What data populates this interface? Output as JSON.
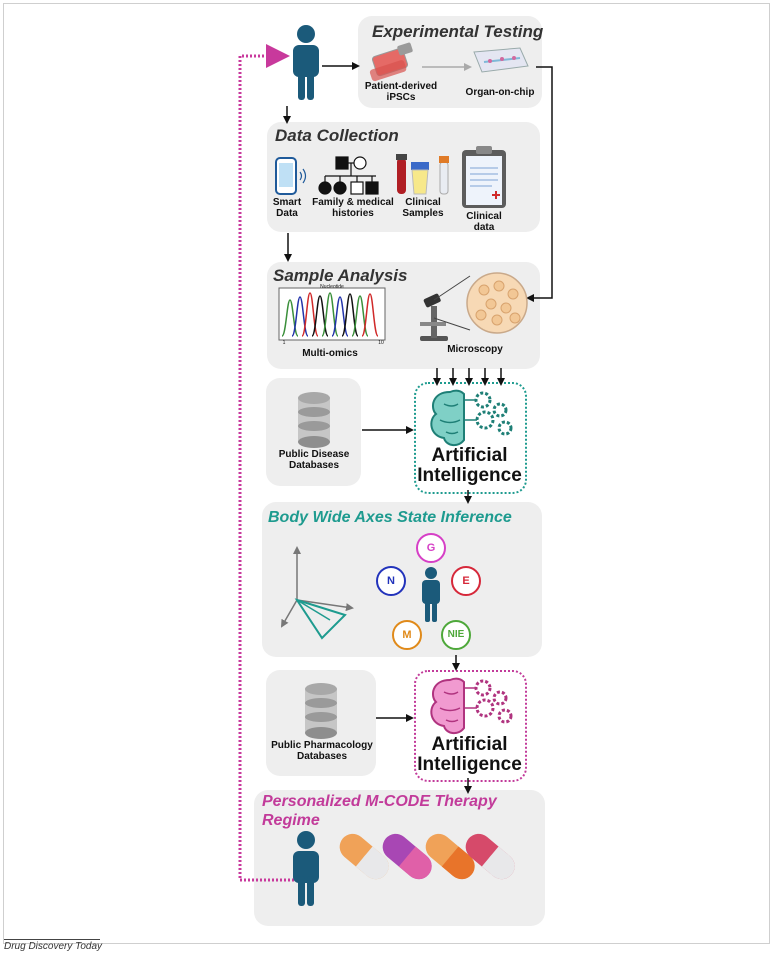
{
  "panels": {
    "experimental_testing": {
      "title": "Experimental Testing",
      "ipsc_label": "Patient-derived\niPSCs",
      "organ_label": "Organ-on-chip"
    },
    "data_collection": {
      "title": "Data Collection",
      "smart_label": "Smart\nData",
      "family_label": "Family & medical\nhistories",
      "samples_label": "Clinical\nSamples",
      "clinical_label": "Clinical\ndata"
    },
    "sample_analysis": {
      "title": "Sample Analysis",
      "omics_label": "Multi-omics",
      "axis_caption": "Nucleotide",
      "axis_start": "1",
      "axis_end": "10",
      "microscopy_label": "Microscopy"
    },
    "disease_db": {
      "label": "Public Disease\nDatabases"
    },
    "ai_1": {
      "label": "Artificial\nIntelligence"
    },
    "body_axes": {
      "title": "Body Wide Axes State Inference",
      "nodes": [
        "G",
        "N",
        "E",
        "M",
        "NIE"
      ]
    },
    "pharma_db": {
      "label": "Public Pharmacology\nDatabases"
    },
    "ai_2": {
      "label": "Artificial\nIntelligence"
    },
    "therapy": {
      "title": "Personalized M-CODE Therapy\nRegime"
    }
  },
  "colors": {
    "person": "#1b5a7a",
    "teal": "#1e9b8f",
    "magenta": "#c23b9a",
    "G": "#d63fc6",
    "N": "#2233bb",
    "E": "#d6283a",
    "M": "#e08a1a",
    "NIE": "#4ea83a",
    "feedback": "#c8399c"
  },
  "footer": "Drug Discovery Today"
}
